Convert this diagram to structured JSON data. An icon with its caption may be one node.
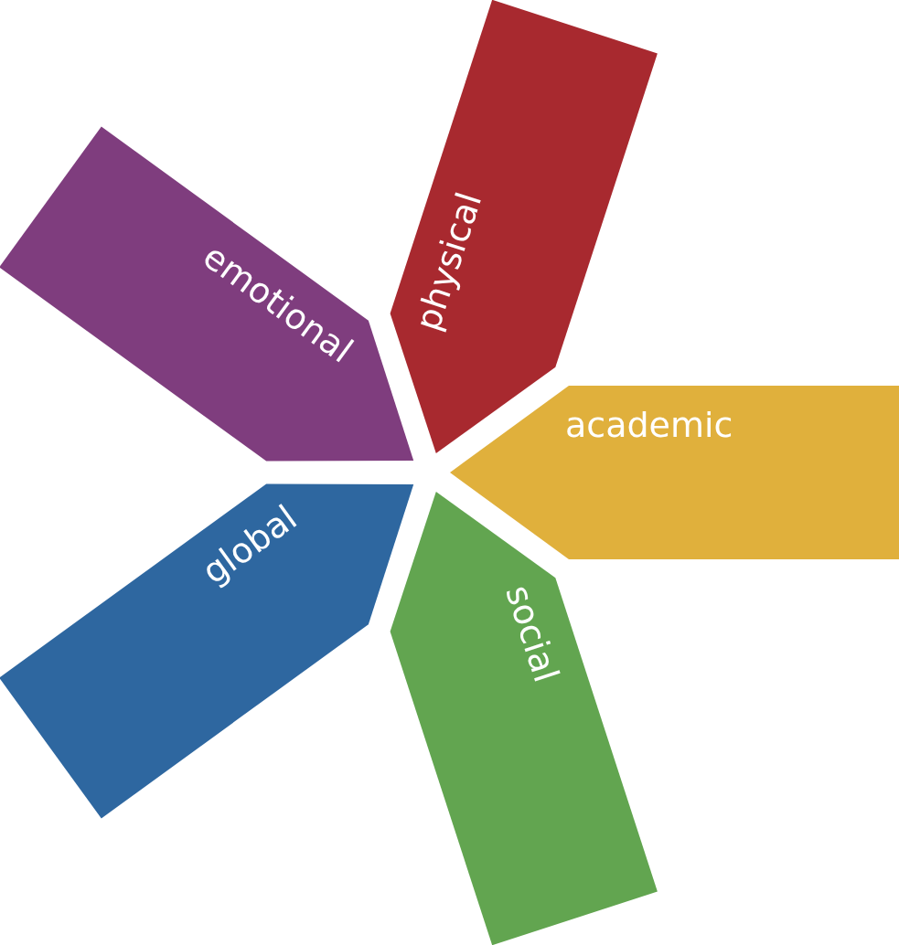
{
  "diagram": {
    "nodes": [
      {
        "text": [
          "physical"
        ]
      },
      {
        "text": [
          "emotional"
        ]
      },
      {
        "text": [
          "academic"
        ]
      },
      {
        "text": [
          "global"
        ]
      },
      {
        "text": [
          "social"
        ]
      }
    ]
  }
}
